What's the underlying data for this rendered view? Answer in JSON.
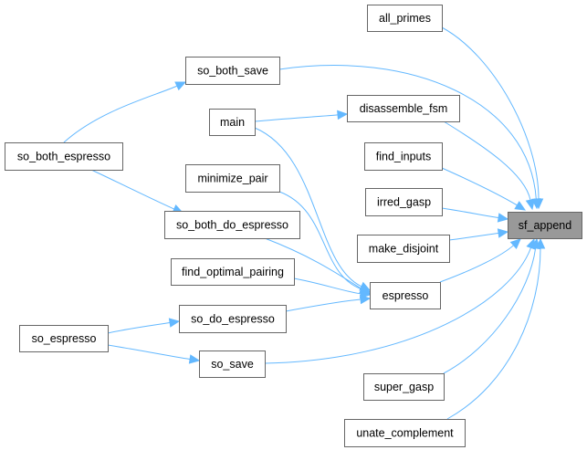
{
  "graph": {
    "focus_node": "sf_append",
    "colors": {
      "edge": "#63b8ff",
      "focus_fill": "#999999",
      "node_border": "#666666"
    },
    "nodes": [
      {
        "id": "all_primes",
        "label": "all_primes"
      },
      {
        "id": "so_both_save",
        "label": "so_both_save"
      },
      {
        "id": "disassemble_fsm",
        "label": "disassemble_fsm"
      },
      {
        "id": "main",
        "label": "main"
      },
      {
        "id": "so_both_espresso",
        "label": "so_both_espresso"
      },
      {
        "id": "find_inputs",
        "label": "find_inputs"
      },
      {
        "id": "minimize_pair",
        "label": "minimize_pair"
      },
      {
        "id": "irred_gasp",
        "label": "irred_gasp"
      },
      {
        "id": "so_both_do_espresso",
        "label": "so_both_do_espresso"
      },
      {
        "id": "sf_append",
        "label": "sf_append"
      },
      {
        "id": "make_disjoint",
        "label": "make_disjoint"
      },
      {
        "id": "find_optimal_pairing",
        "label": "find_optimal_pairing"
      },
      {
        "id": "espresso",
        "label": "espresso"
      },
      {
        "id": "so_do_espresso",
        "label": "so_do_espresso"
      },
      {
        "id": "so_espresso",
        "label": "so_espresso"
      },
      {
        "id": "so_save",
        "label": "so_save"
      },
      {
        "id": "super_gasp",
        "label": "super_gasp"
      },
      {
        "id": "unate_complement",
        "label": "unate_complement"
      }
    ],
    "edges": [
      {
        "from": "all_primes",
        "to": "sf_append"
      },
      {
        "from": "so_both_save",
        "to": "sf_append"
      },
      {
        "from": "disassemble_fsm",
        "to": "sf_append"
      },
      {
        "from": "find_inputs",
        "to": "sf_append"
      },
      {
        "from": "irred_gasp",
        "to": "sf_append"
      },
      {
        "from": "make_disjoint",
        "to": "sf_append"
      },
      {
        "from": "espresso",
        "to": "sf_append"
      },
      {
        "from": "so_save",
        "to": "sf_append"
      },
      {
        "from": "super_gasp",
        "to": "sf_append"
      },
      {
        "from": "unate_complement",
        "to": "sf_append"
      },
      {
        "from": "so_both_espresso",
        "to": "so_both_save"
      },
      {
        "from": "main",
        "to": "disassemble_fsm"
      },
      {
        "from": "main",
        "to": "espresso"
      },
      {
        "from": "minimize_pair",
        "to": "espresso"
      },
      {
        "from": "so_both_do_espresso",
        "to": "espresso"
      },
      {
        "from": "find_optimal_pairing",
        "to": "espresso"
      },
      {
        "from": "so_do_espresso",
        "to": "espresso"
      },
      {
        "from": "so_both_espresso",
        "to": "so_both_do_espresso"
      },
      {
        "from": "so_espresso",
        "to": "so_do_espresso"
      },
      {
        "from": "so_espresso",
        "to": "so_save"
      }
    ]
  }
}
